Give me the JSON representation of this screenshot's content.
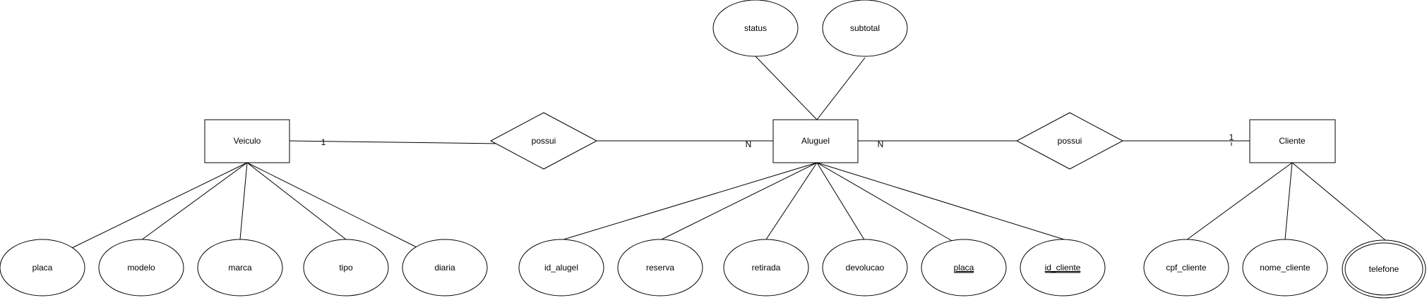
{
  "entities": {
    "veiculo": "Veiculo",
    "aluguel": "Aluguel",
    "cliente": "Cliente"
  },
  "relationships": {
    "possui_veiculo_aluguel": "possui",
    "possui_aluguel_cliente": "possui"
  },
  "attributes": {
    "veiculo": [
      "placa",
      "modelo",
      "marca",
      "tipo",
      "diaria"
    ],
    "aluguel_top": [
      "status",
      "subtotal"
    ],
    "aluguel": [
      "id_alugel",
      "reserva",
      "retirada",
      "devolucao",
      "placa",
      "id_cliente"
    ],
    "cliente": [
      "cpf_cliente",
      "nome_cliente",
      "telefone"
    ]
  },
  "cardinalities": {
    "veiculo_side": "1",
    "aluguel_left": "N",
    "aluguel_right": "N",
    "cliente_side": "1"
  }
}
